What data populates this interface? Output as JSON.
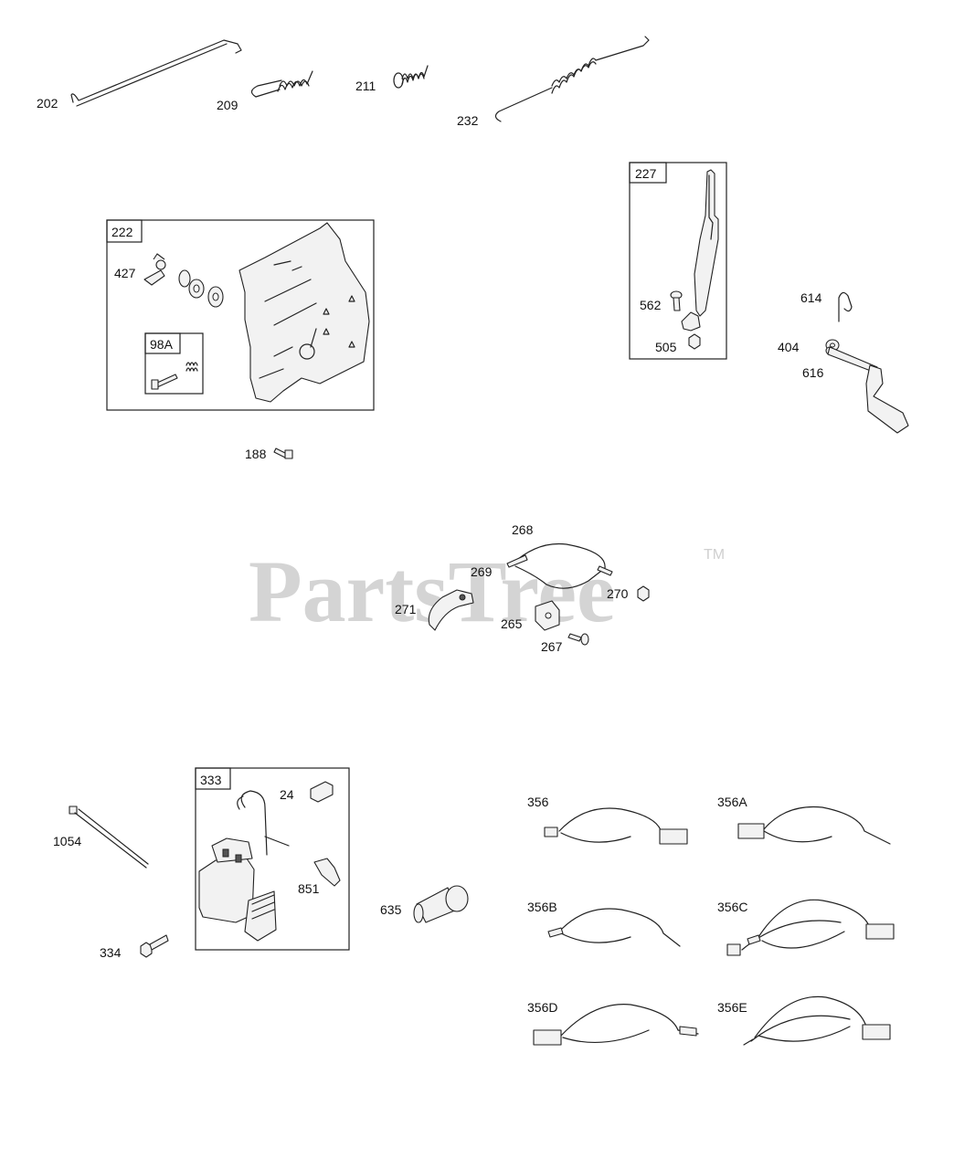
{
  "watermark": {
    "brand": "PartsTree",
    "trademark": "TM"
  },
  "boxes": {
    "b222": "222",
    "b98a": "98A",
    "b227": "227",
    "b333": "333"
  },
  "labels": {
    "p202": "202",
    "p209": "209",
    "p211": "211",
    "p232": "232",
    "p427": "427",
    "p188": "188",
    "p562": "562",
    "p505": "505",
    "p614": "614",
    "p404": "404",
    "p616": "616",
    "p268": "268",
    "p269": "269",
    "p270": "270",
    "p271": "271",
    "p265": "265",
    "p267": "267",
    "p1054": "1054",
    "p334": "334",
    "p24": "24",
    "p851": "851",
    "p635": "635",
    "p356": "356",
    "p356a": "356A",
    "p356b": "356B",
    "p356c": "356C",
    "p356d": "356D",
    "p356e": "356E"
  }
}
